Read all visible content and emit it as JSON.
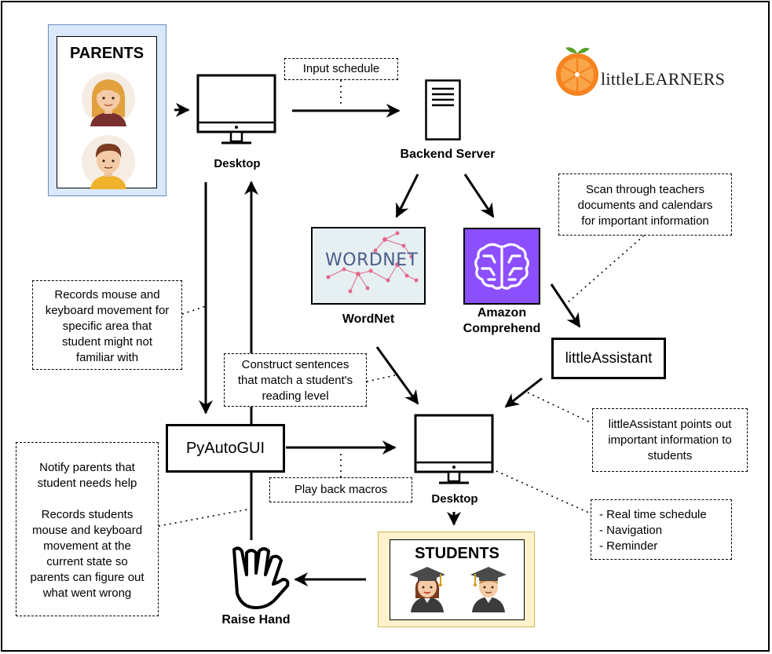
{
  "brand": {
    "name": "littleLEARNERS"
  },
  "parents": {
    "title": "PARENTS"
  },
  "students": {
    "title": "STUDENTS"
  },
  "nodes": {
    "desktop_top": "Desktop",
    "backend_server": "Backend Server",
    "wordnet": "WordNet",
    "wordnet_logo_text": "WORDNET",
    "amazon_comprehend": "Amazon\nComprehend",
    "little_assistant": "littleAssistant",
    "pyautogui": "PyAutoGUI",
    "desktop_bottom": "Desktop",
    "raise_hand": "Raise Hand"
  },
  "notes": {
    "input_schedule": "Input schedule",
    "scan": "Scan through teachers\ndocuments and calendars\nfor important information",
    "records": "Records mouse and\nkeyboard movement for\nspecific area that\nstudent might not\nfamiliar with",
    "construct": "Construct sentences\nthat match a student's\nreading level",
    "assistant_points": "littleAssistant points out\nimportant information to\nstudents",
    "notify": "Notify parents that\nstudent needs help\n\nRecords students\nmouse and keyboard\nmovement at the\ncurrent state so\nparents can figure out\nwhat went wrong",
    "play_back": "Play back macros",
    "features": [
      "- Real time schedule",
      "- Navigation",
      "- Reminder"
    ]
  },
  "colors": {
    "parents_fill": "#dae8fc",
    "parents_border": "#6c8ebf",
    "students_fill": "#fff2cc",
    "students_border": "#d6b656",
    "comprehend_purple": "#8c4fff",
    "wordnet_bg": "#e6eff2",
    "orange": "#f5831f"
  }
}
